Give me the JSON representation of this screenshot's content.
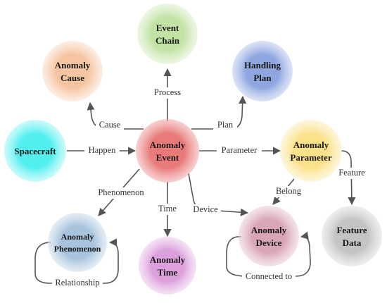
{
  "colors": {
    "event": "#e87a7a",
    "event_chain": "#c3e3a5",
    "anomaly_cause": "#f5c4a0",
    "handling_plan": "#8fa6e0",
    "spacecraft": "#53efef",
    "anomaly_parameter": "#fbe28a",
    "feature_data": "#c4c4c4",
    "anomaly_device": "#d9a5b9",
    "anomaly_time": "#dca0dc",
    "anomaly_phenomenon": "#a7c3dd",
    "edge": "#555555"
  },
  "nodes": {
    "event": {
      "line1": "Anomaly",
      "line2": "Event"
    },
    "event_chain": {
      "line1": "Event",
      "line2": "Chain"
    },
    "anomaly_cause": {
      "line1": "Anomaly",
      "line2": "Cause"
    },
    "handling_plan": {
      "line1": "Handling",
      "line2": "Plan"
    },
    "spacecraft": {
      "line1": "Spacecraft"
    },
    "anomaly_parameter": {
      "line1": "Anomaly",
      "line2": "Parameter"
    },
    "feature_data": {
      "line1": "Feature",
      "line2": "Data"
    },
    "anomaly_device": {
      "line1": "Anomaly",
      "line2": "Device"
    },
    "anomaly_time": {
      "line1": "Anomaly",
      "line2": "Time"
    },
    "anomaly_phenomenon": {
      "line1": "Anomaly",
      "line2": "Phenomenon"
    }
  },
  "edges": {
    "process": "Process",
    "cause": "Cause",
    "plan": "Plan",
    "happen": "Happen",
    "parameter": "Parameter",
    "feature": "Feature",
    "belong": "Belong",
    "phenomenon": "Phenomenon",
    "time": "Time",
    "device": "Device",
    "connected_to": "Connected to",
    "relationship": "Relationship"
  }
}
